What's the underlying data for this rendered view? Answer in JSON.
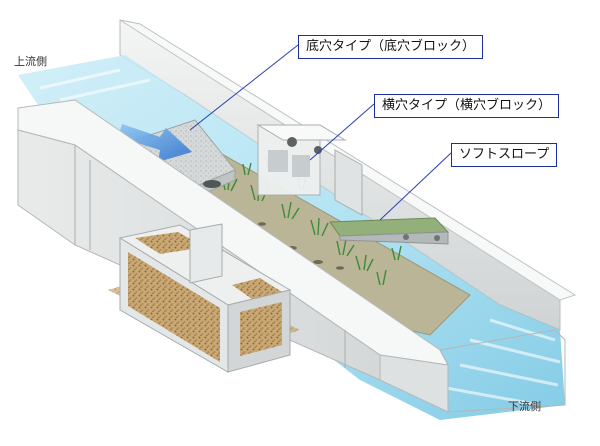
{
  "labels": {
    "upstream": "上流側",
    "downstream": "下流側"
  },
  "callouts": {
    "bottom_hole": "底穴タイプ（底穴ブロック）",
    "side_hole": "横穴タイプ（横穴ブロック）",
    "soft_slope": "ソフトスロープ"
  },
  "colors": {
    "callout_border": "#1a2f9c",
    "leader_line": "#2a3fb0",
    "water": "#8fd2ea",
    "flow_arrow": "#3f86d8",
    "concrete": "#e8eaea",
    "sediment": "#b9b596",
    "vegetation": "#3e8a3a"
  }
}
